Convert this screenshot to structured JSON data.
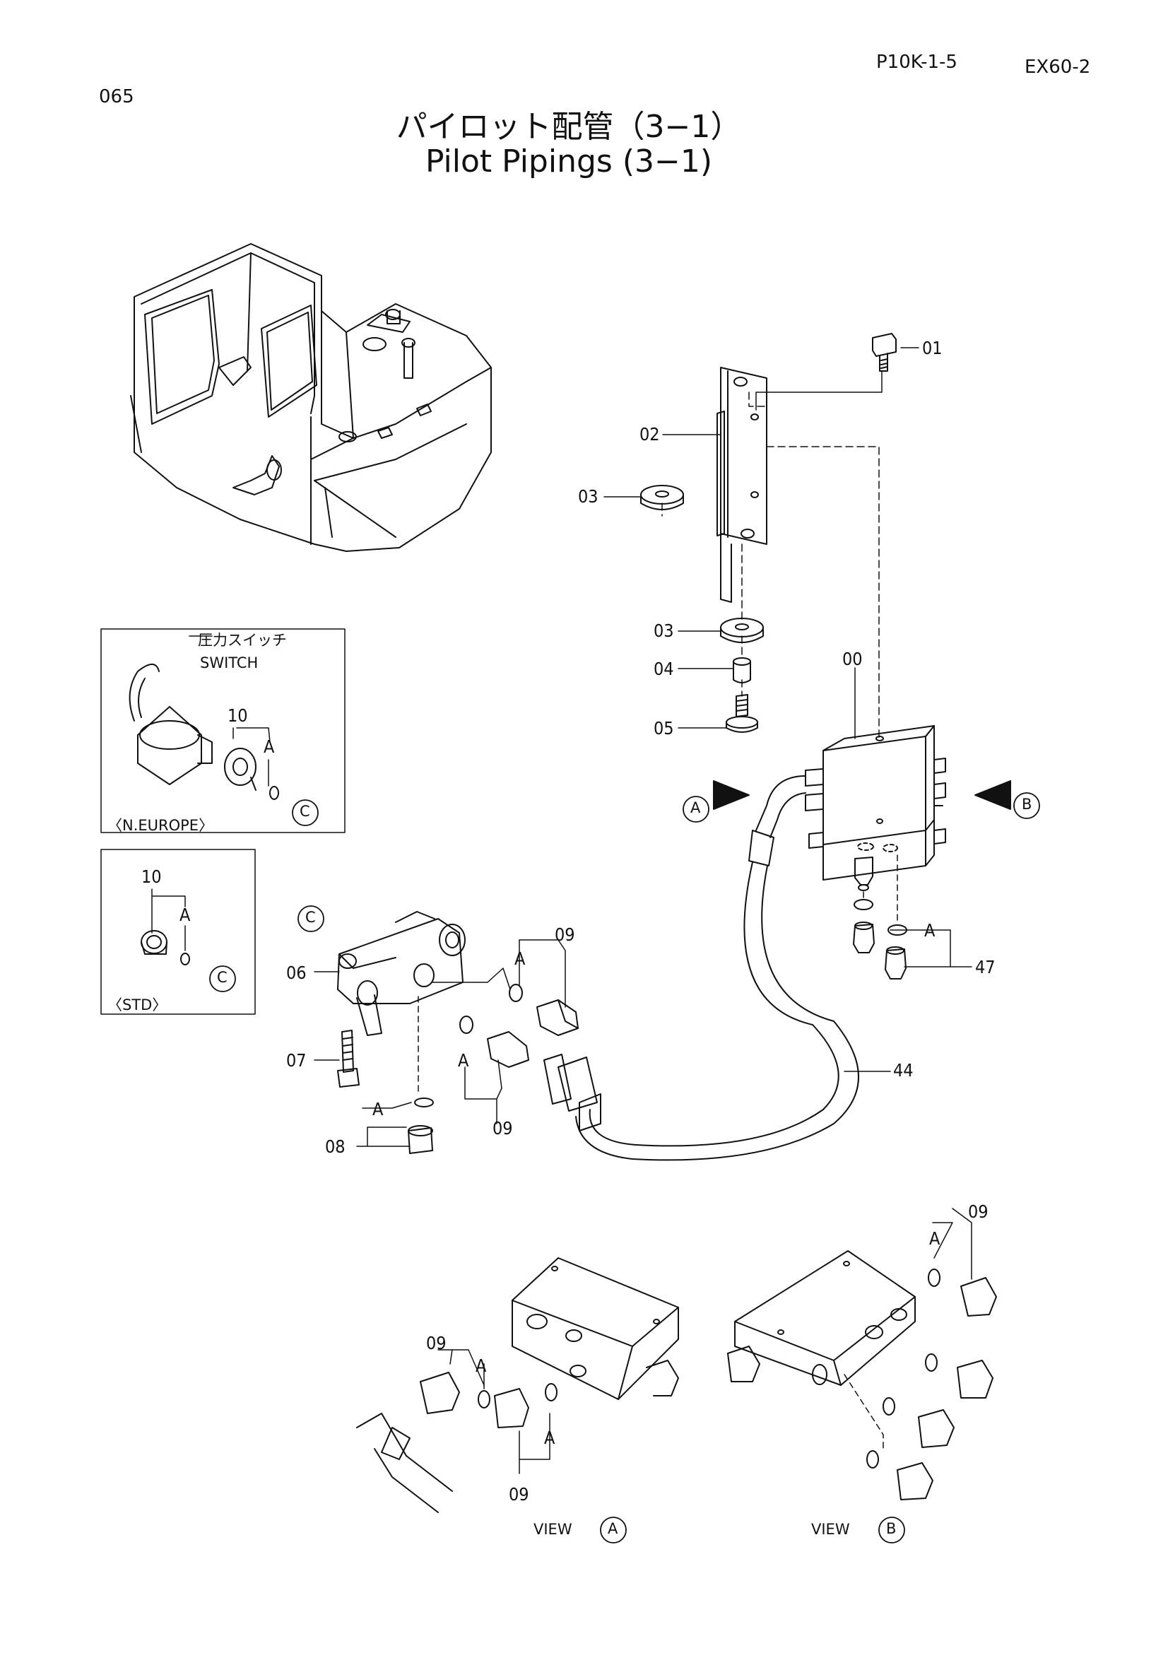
{
  "header": {
    "page_number": "065",
    "doc_code": "P10K-1-5",
    "model": "EX60-2"
  },
  "title": {
    "japanese": "パイロット配管（3−1）",
    "english": "Pilot Pipings (3−1)"
  },
  "insets": {
    "n_europe": {
      "caption": "〈N.EUROPE〉",
      "switch_jp": "圧力スイッチ",
      "switch_en": "SWITCH",
      "part": "10",
      "a_marker": "A",
      "c_marker": "C"
    },
    "std": {
      "caption": "〈STD〉",
      "part": "10",
      "a_marker": "A",
      "c_marker": "C"
    }
  },
  "parts": {
    "p00": "00",
    "p01": "01",
    "p02": "02",
    "p03a": "03",
    "p03b": "03",
    "p04": "04",
    "p05": "05",
    "p06": "06",
    "p07": "07",
    "p08": "08",
    "p09a": "09",
    "p09b": "09",
    "p44": "44",
    "p47": "47"
  },
  "markers": {
    "a": "A",
    "b": "B",
    "c": "C",
    "a_ring1": "A",
    "a_ring2": "A",
    "a_ring3": "A",
    "a_ring4": "A"
  },
  "views": {
    "view_a_text": "VIEW",
    "view_a_letter": "A",
    "view_b_text": "VIEW",
    "view_b_letter": "B",
    "va_09_top": "09",
    "va_09_bottom": "09",
    "va_a1": "A",
    "va_a2": "A",
    "vb_09": "09",
    "vb_a": "A"
  }
}
